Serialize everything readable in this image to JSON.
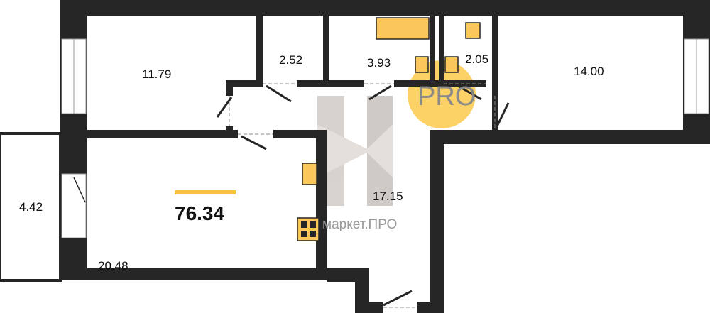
{
  "plan": {
    "total_area": "76.34",
    "rooms": [
      {
        "name": "room-upper-left",
        "area": "11.79"
      },
      {
        "name": "storage",
        "area": "2.52"
      },
      {
        "name": "bathroom",
        "area": "3.93"
      },
      {
        "name": "toilet",
        "area": "2.05"
      },
      {
        "name": "room-upper-right",
        "area": "14.00"
      },
      {
        "name": "balcony",
        "area": "4.42"
      },
      {
        "name": "living-kitchen",
        "area": "20.48"
      },
      {
        "name": "hallway",
        "area": "17.15"
      }
    ]
  },
  "watermark": {
    "logo_letter": "Н",
    "text": "маркет.ПРО",
    "badge": "PRO"
  },
  "colors": {
    "wall": "#262626",
    "fixture": "#fcc75a",
    "accent_bar": "#f5c342",
    "badge": "#fcc94a"
  }
}
